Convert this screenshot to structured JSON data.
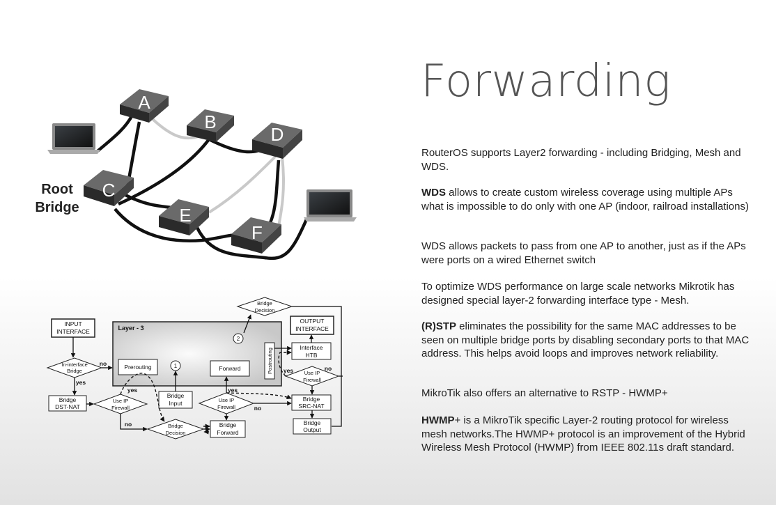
{
  "slide": {
    "title": "Forwarding",
    "paragraphs": [
      {
        "bold": "",
        "text": "RouterOS supports Layer2 forwarding - including Bridging, Mesh and WDS."
      },
      {
        "bold": "WDS",
        "text": " allows to create custom wireless coverage using multiple APs what is impossible to do only with one AP (indoor, railroad installations)"
      },
      {
        "bold": "",
        "text": "WDS allows packets to pass from one AP to another, just as if the APs were ports on a wired Ethernet switch"
      },
      {
        "bold": "",
        "text": "To optimize WDS performance on large scale networks Mikrotik has designed special layer-2 forwarding interface type - Mesh."
      },
      {
        "bold": "(R)STP",
        "text": " eliminates the possibility for the same MAC addresses to be seen on multiple bridge ports by disabling secondary ports to that MAC address. This helps avoid loops and improves network reliability."
      },
      {
        "bold": "",
        "text": "MikroTik also offers an alternative to RSTP - HWMP+"
      },
      {
        "bold": "HWMP",
        "text": "+ is a MikroTik specific Layer-2 routing protocol for wireless mesh networks.The HWMP+ protocol is an improvement of the Hybrid Wireless Mesh Protocol (HWMP) from IEEE 802.11s draft standard."
      }
    ]
  },
  "network": {
    "root_label_1": "Root",
    "root_label_2": "Bridge",
    "routers": [
      "A",
      "B",
      "C",
      "D",
      "E",
      "F"
    ]
  },
  "flow": {
    "input_interface_1": "INPUT",
    "input_interface_2": "INTERFACE",
    "output_interface_1": "OUTPUT",
    "output_interface_2": "INTERFACE",
    "layer3": "Layer - 3",
    "in_interface_bridge_1": "In-interface",
    "in_interface_bridge_2": "Bridge",
    "bridge_dst_nat_1": "Bridge",
    "bridge_dst_nat_2": "DST-NAT",
    "use_ip_firewall_1": "Use IP",
    "use_ip_firewall_2": "Firewall",
    "prerouting": "Prerouting",
    "bridge_input_1": "Bridge",
    "bridge_input_2": "Input",
    "forward": "Forward",
    "postrouting": "Postrouting",
    "interface_htb_1": "Interface",
    "interface_htb_2": "HTB",
    "bridge_decision_1": "Bridge",
    "bridge_decision_2": "Decision",
    "bridge_forward_1": "Bridge",
    "bridge_forward_2": "Forward",
    "bridge_src_nat_1": "Bridge",
    "bridge_src_nat_2": "SRC-NAT",
    "bridge_output_1": "Bridge",
    "bridge_output_2": "Output",
    "yes": "yes",
    "no": "no",
    "step1": "1",
    "step2": "2"
  }
}
